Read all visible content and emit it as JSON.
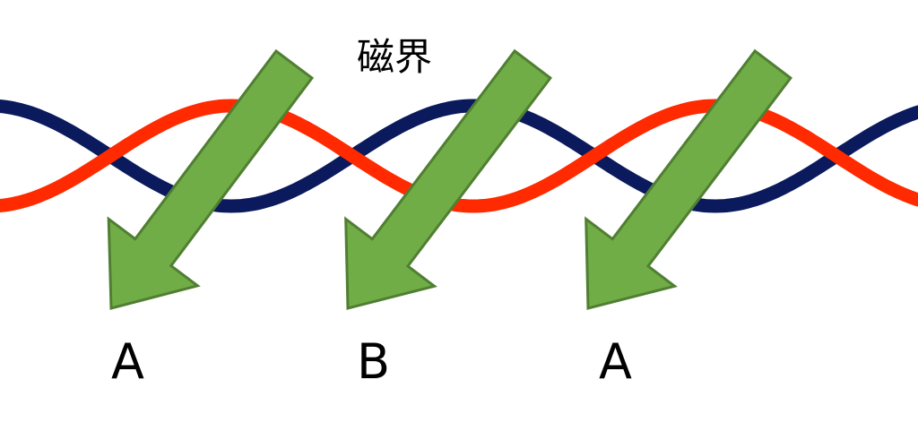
{
  "title": "磁界",
  "labels": [
    "A",
    "B",
    "A"
  ],
  "colors": {
    "wave_red": "#ff2a00",
    "wave_navy": "#0a1a5c",
    "arrow_fill": "#70ad47",
    "arrow_stroke": "#507e32",
    "text": "#000000"
  }
}
